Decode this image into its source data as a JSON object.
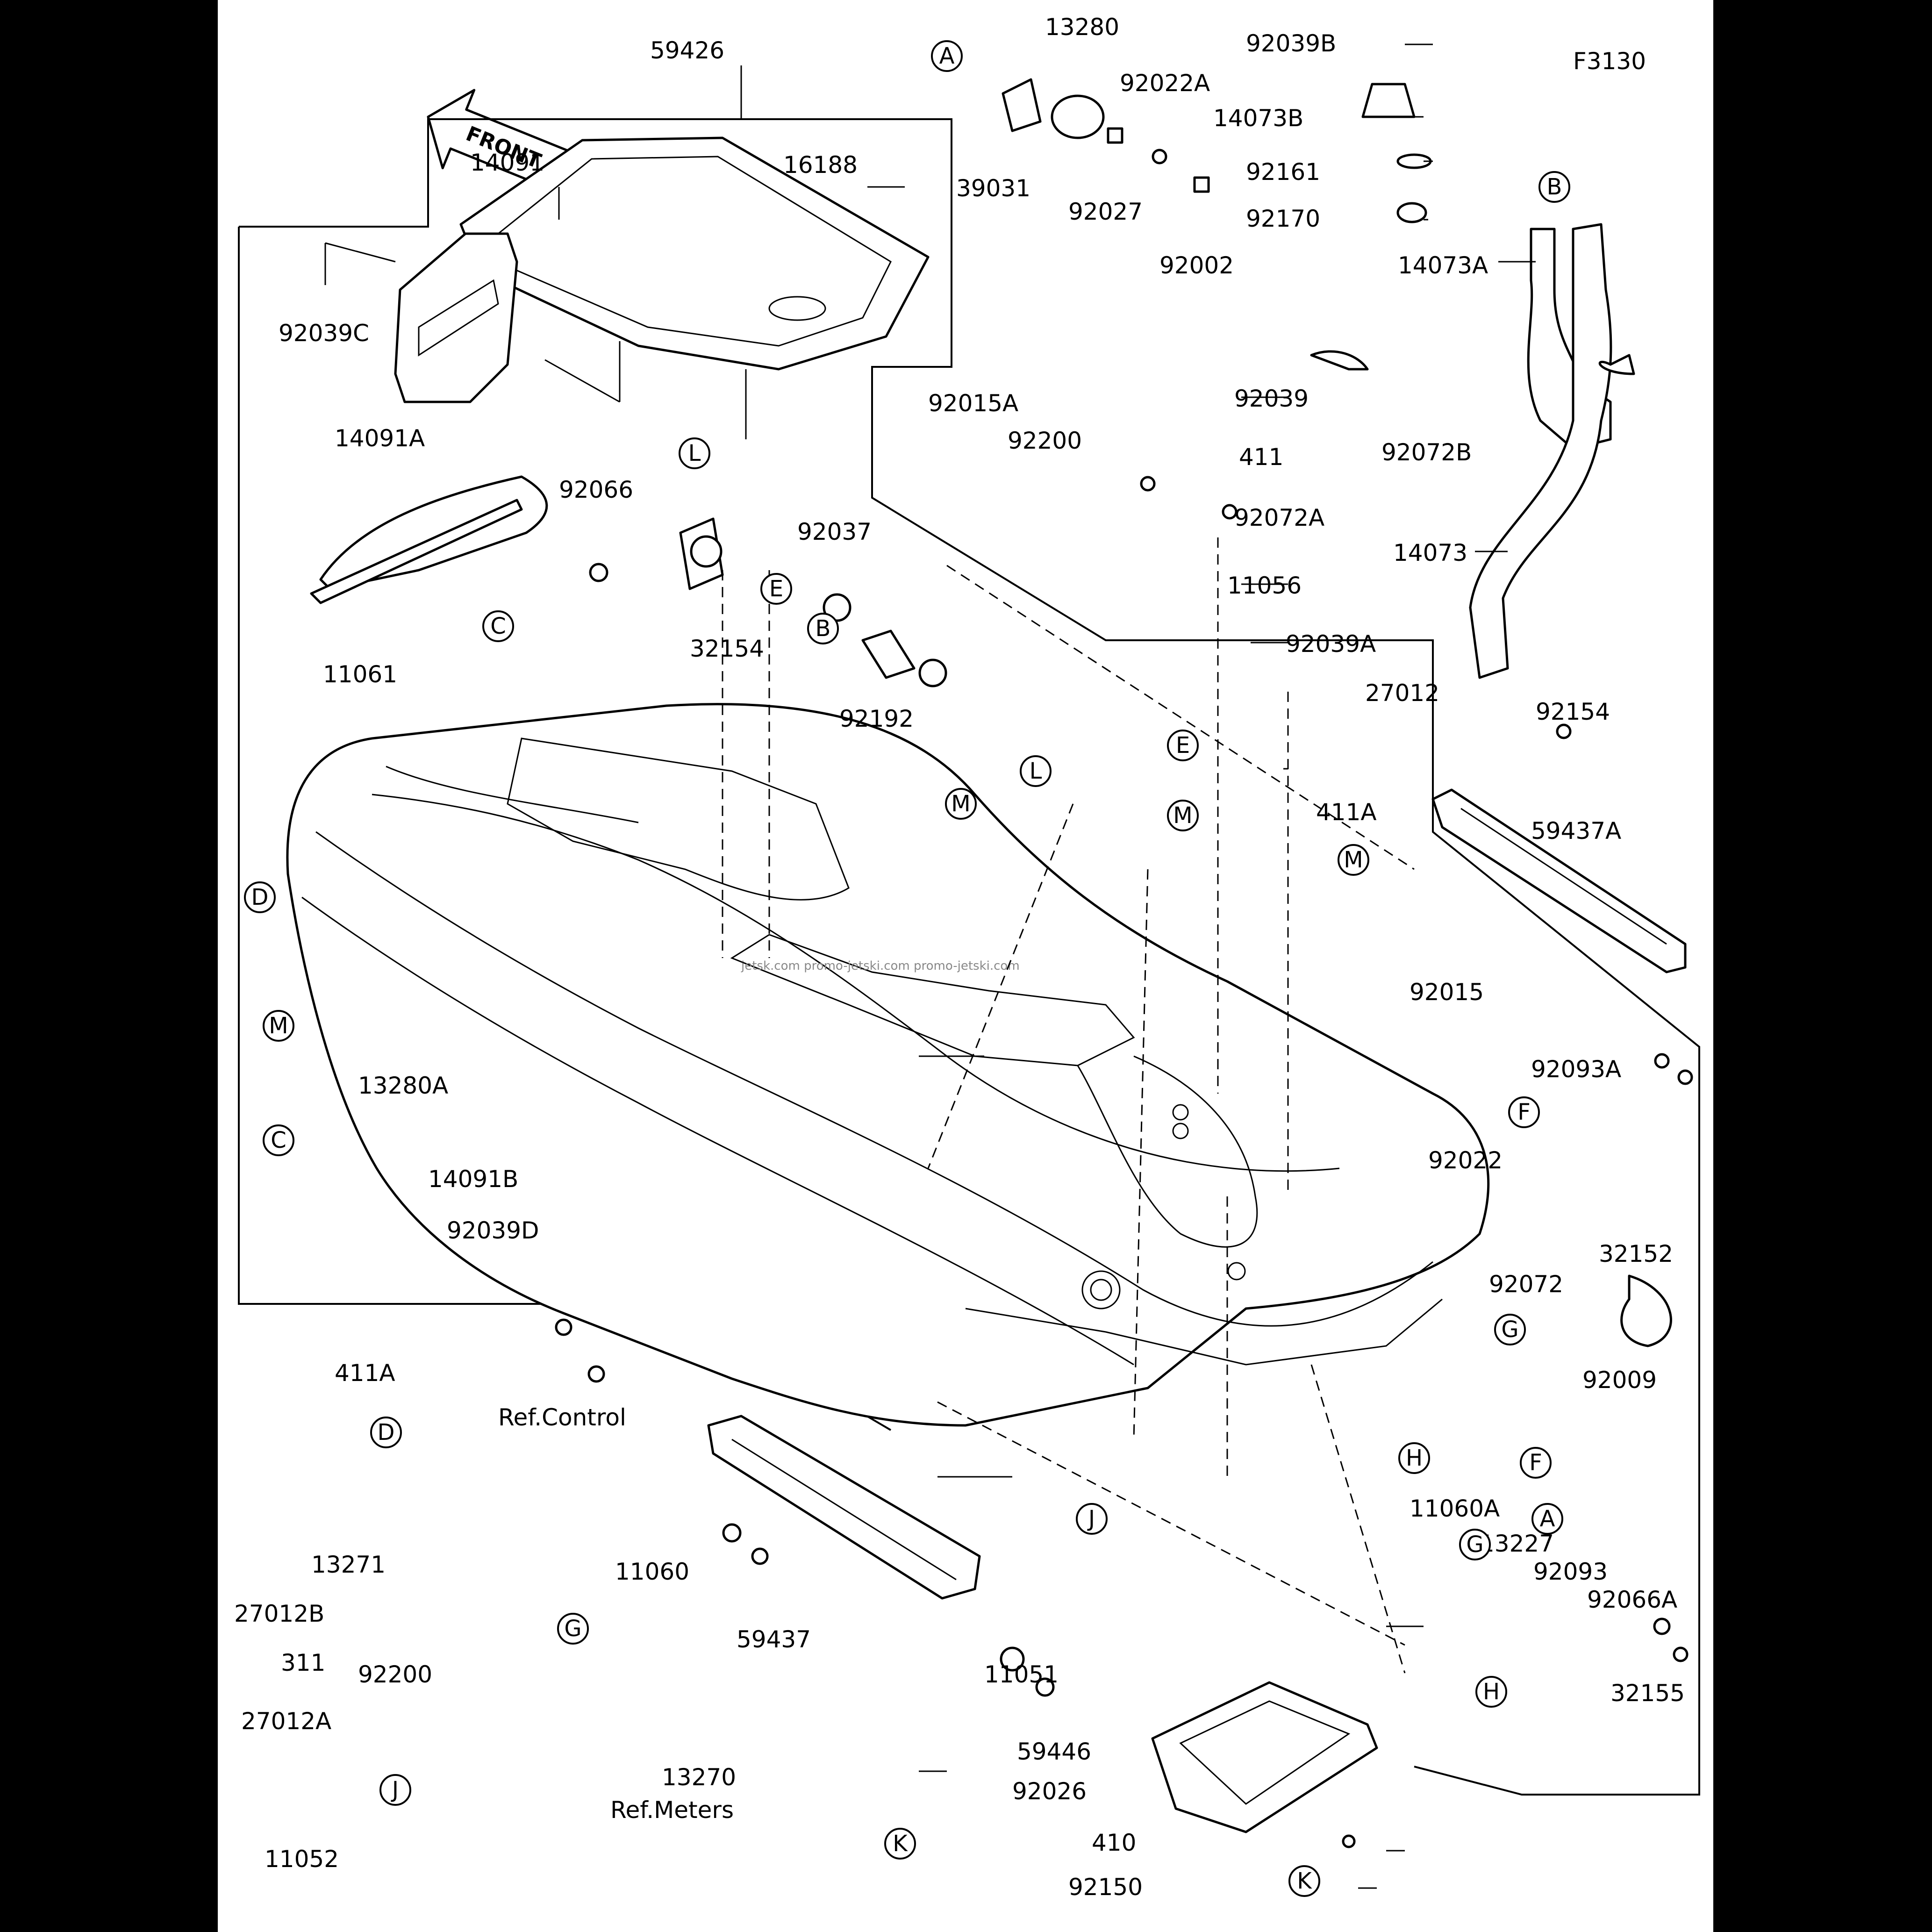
{
  "code": "F3130",
  "front_label": "FRONT",
  "watermark": "jetsk.com  promo-jetski.com  promo-jetski.com",
  "parts": [
    "59426",
    "16188",
    "14091",
    "92039C",
    "14091A",
    "92066",
    "11061",
    "32154",
    "92037",
    "92192",
    "13280",
    "92022A",
    "92027",
    "92002",
    "39031",
    "92039B",
    "14073B",
    "92161",
    "92170",
    "14073A",
    "92072B",
    "14073",
    "92015A",
    "92200",
    "92039",
    "411",
    "92072A",
    "11056",
    "92039A",
    "27012",
    "411A",
    "92154",
    "59437A",
    "92015",
    "92022",
    "92093A",
    "32152",
    "92072",
    "13280A",
    "14091B",
    "92039D",
    "92009",
    "11060A",
    "13227",
    "92093",
    "92066A",
    "32155",
    "411A",
    "27012B",
    "13271",
    "311",
    "27012A",
    "11052",
    "92200",
    "11060",
    "13270",
    "59437",
    "11051",
    "59446",
    "92026",
    "410",
    "92150"
  ],
  "refs": {
    "control": "Ref.Control",
    "meters": "Ref.Meters"
  },
  "bubbles": [
    "A",
    "B",
    "C",
    "D",
    "E",
    "F",
    "G",
    "H",
    "J",
    "K",
    "L",
    "M"
  ]
}
